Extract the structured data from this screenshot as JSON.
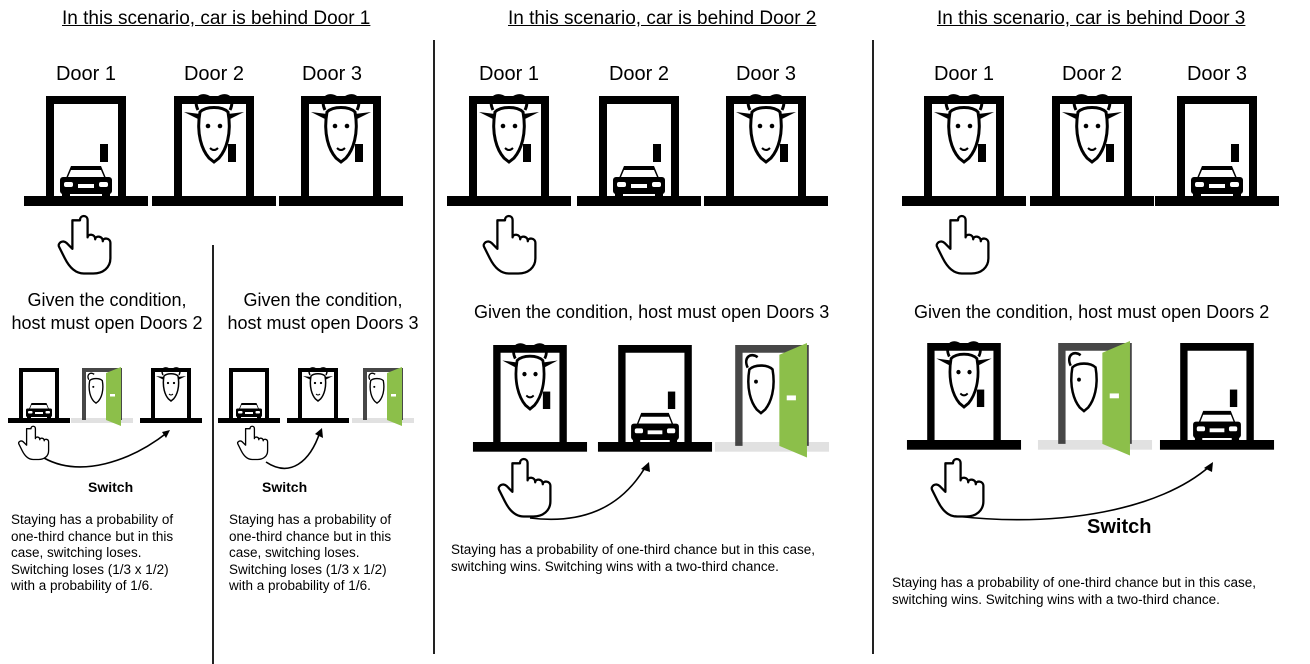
{
  "scenarios": [
    {
      "title": "In this scenario, car is behind Door 1",
      "doors": [
        "Door 1",
        "Door 2",
        "Door 3"
      ],
      "sub_a": {
        "condition_line1": "Given the condition,",
        "condition_line2": "host must open Doors 2",
        "switch_label": "Switch",
        "note": [
          "Staying has a probability of",
          "one-third chance but in this",
          "case, switching loses.",
          "Switching loses (1/3 x 1/2)",
          "with a probability of 1/6."
        ]
      },
      "sub_b": {
        "condition_line1": "Given the condition,",
        "condition_line2": "host must open Doors 3",
        "switch_label": "Switch",
        "note": [
          "Staying has a probability of",
          "one-third chance but in this",
          "case, switching loses.",
          "Switching loses (1/3 x 1/2)",
          "with a probability of 1/6."
        ]
      }
    },
    {
      "title": "In this scenario, car is behind Door 2",
      "doors": [
        "Door 1",
        "Door 2",
        "Door 3"
      ],
      "condition": "Given the condition, host must open Doors 3",
      "note": [
        "Staying has a probability of one-third chance but in this case,",
        "switching wins. Switching wins with a two-third chance."
      ]
    },
    {
      "title": "In this scenario, car is behind Door 3",
      "doors": [
        "Door 1",
        "Door 2",
        "Door 3"
      ],
      "condition": "Given the condition, host must open Doors 2",
      "switch_label": "Switch",
      "note": [
        "Staying has a probability of one-third chance but in this case,",
        "switching wins. Switching wins with a two-third chance."
      ]
    }
  ],
  "colors": {
    "door_open": "#8cbf4a",
    "ink": "#000000"
  }
}
